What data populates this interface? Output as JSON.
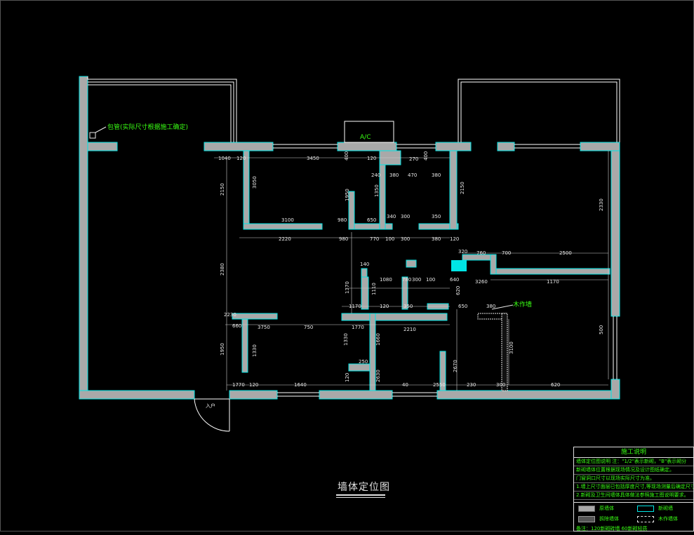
{
  "drawing": {
    "title": "墙体定位图",
    "labels": {
      "pipe_note": "包管(实际尺寸根据施工确定)",
      "ac": "A/C",
      "entrance": "入户",
      "wood_wall": "木作墙"
    },
    "dimensions": [
      {
        "id": "d1",
        "text": "1040"
      },
      {
        "id": "d2",
        "text": "120"
      },
      {
        "id": "d3",
        "text": "3450"
      },
      {
        "id": "d4",
        "text": "400"
      },
      {
        "id": "d5",
        "text": "120"
      },
      {
        "id": "d6",
        "text": "270"
      },
      {
        "id": "d7",
        "text": "400"
      },
      {
        "id": "d8",
        "text": "240"
      },
      {
        "id": "d9",
        "text": "380"
      },
      {
        "id": "d10",
        "text": "470"
      },
      {
        "id": "d11",
        "text": "380"
      },
      {
        "id": "d12",
        "text": "3050"
      },
      {
        "id": "d13",
        "text": "1950"
      },
      {
        "id": "d14",
        "text": "1350"
      },
      {
        "id": "d15",
        "text": "2150"
      },
      {
        "id": "d16",
        "text": "2150"
      },
      {
        "id": "d17",
        "text": "2330"
      },
      {
        "id": "d18",
        "text": "3100"
      },
      {
        "id": "d19",
        "text": "980"
      },
      {
        "id": "d20",
        "text": "650"
      },
      {
        "id": "d21",
        "text": "340"
      },
      {
        "id": "d22",
        "text": "300"
      },
      {
        "id": "d23",
        "text": "350"
      },
      {
        "id": "d24",
        "text": "2220"
      },
      {
        "id": "d25",
        "text": "980"
      },
      {
        "id": "d26",
        "text": "770"
      },
      {
        "id": "d27",
        "text": "100"
      },
      {
        "id": "d28",
        "text": "300"
      },
      {
        "id": "d29",
        "text": "380"
      },
      {
        "id": "d30",
        "text": "120"
      },
      {
        "id": "d31",
        "text": "320"
      },
      {
        "id": "d32",
        "text": "760"
      },
      {
        "id": "d33",
        "text": "700"
      },
      {
        "id": "d34",
        "text": "2500"
      },
      {
        "id": "d35",
        "text": "2380"
      },
      {
        "id": "d36",
        "text": "140"
      },
      {
        "id": "d37",
        "text": "1080"
      },
      {
        "id": "d38",
        "text": "780"
      },
      {
        "id": "d39",
        "text": "300"
      },
      {
        "id": "d40",
        "text": "100"
      },
      {
        "id": "d41",
        "text": "640"
      },
      {
        "id": "d42",
        "text": "3260"
      },
      {
        "id": "d43",
        "text": "1170"
      },
      {
        "id": "d44",
        "text": "1370"
      },
      {
        "id": "d45",
        "text": "1110"
      },
      {
        "id": "d46",
        "text": "620"
      },
      {
        "id": "d47",
        "text": "1170"
      },
      {
        "id": "d48",
        "text": "120"
      },
      {
        "id": "d49",
        "text": "350"
      },
      {
        "id": "d50",
        "text": "650"
      },
      {
        "id": "d51",
        "text": "380"
      },
      {
        "id": "d52",
        "text": "660"
      },
      {
        "id": "d53",
        "text": "3750"
      },
      {
        "id": "d54",
        "text": "750"
      },
      {
        "id": "d55",
        "text": "1770"
      },
      {
        "id": "d56",
        "text": "2210"
      },
      {
        "id": "d57",
        "text": "1950"
      },
      {
        "id": "d58",
        "text": "1330"
      },
      {
        "id": "d59",
        "text": "1330"
      },
      {
        "id": "d60",
        "text": "1660"
      },
      {
        "id": "d61",
        "text": "2670"
      },
      {
        "id": "d62",
        "text": "3100"
      },
      {
        "id": "d63",
        "text": "500"
      },
      {
        "id": "d64",
        "text": "250"
      },
      {
        "id": "d65",
        "text": "120"
      },
      {
        "id": "d66",
        "text": "2630"
      },
      {
        "id": "d67",
        "text": "1770"
      },
      {
        "id": "d68",
        "text": "120"
      },
      {
        "id": "d69",
        "text": "1640"
      },
      {
        "id": "d70",
        "text": "40"
      },
      {
        "id": "d71",
        "text": "2550"
      },
      {
        "id": "d72",
        "text": "230"
      },
      {
        "id": "d73",
        "text": "300"
      },
      {
        "id": "d74",
        "text": "620"
      },
      {
        "id": "d75",
        "text": "2230"
      }
    ]
  },
  "legend": {
    "title": "施工说明",
    "lines": [
      "墙体定位图说明 注：\"1/2\"表示新砌，\"B\"表示砌分",
      "新砌墙体位置根据现场情况及设计图纸确定。",
      "门窗洞口尺寸以现场实际尺寸为准。",
      "1.墙上尺寸面层已包括厚度尺寸,等现场测量后确定尺寸,",
      "2.新砌及卫生间墙体具体做法参照施工图说明要求。"
    ],
    "keys": [
      {
        "label": "原墙体",
        "color": "#a9a9a9"
      },
      {
        "label": "新砌墙",
        "color": "#00e5e5"
      },
      {
        "label": "拆除墙体",
        "color": "#555555"
      },
      {
        "label": "木作墙体",
        "color": "#e8e8e8"
      }
    ],
    "footer": "备注：120新砌砖墙    60新砌轻质"
  }
}
